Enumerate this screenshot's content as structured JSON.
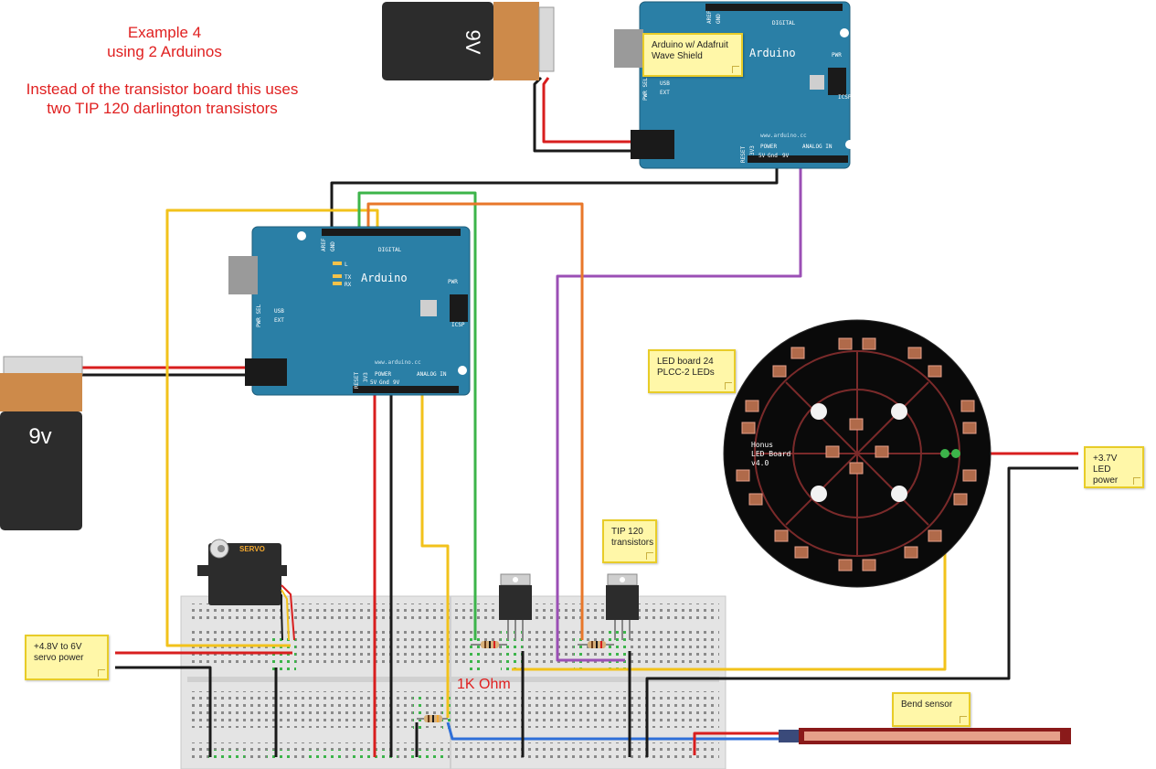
{
  "heading": {
    "line1": "Example 4",
    "line2": "using 2 Arduinos",
    "line3": "Instead of the transistor board this uses",
    "line4": "two TIP 120 darlington transistors"
  },
  "arduino_top": {
    "name": "Arduino",
    "url": "www.arduino.cc",
    "digital_label": "DIGITAL",
    "analog_label": "ANALOG IN",
    "power_label": "POWER",
    "icsp_label": "ICSP",
    "aref_label": "AREF",
    "gnd_label": "GND",
    "reset_label": "RESET",
    "v33_label": "3V3",
    "v5_label": "5V",
    "gnd2_label": "Gnd",
    "v9_label": "9V",
    "pwr_label": "PWR",
    "usb_label": "USB",
    "ext_label": "EXT",
    "pwr_sel_label": "PWR SEL"
  },
  "arduino_main": {
    "name": "Arduino",
    "url": "www.arduino.cc",
    "digital_label": "DIGITAL",
    "analog_label": "ANALOG IN",
    "power_label": "POWER",
    "icsp_label": "ICSP",
    "aref_label": "AREF",
    "gnd_label": "GND",
    "reset_label": "RESET",
    "v33_label": "3V3",
    "v5_label": "5V",
    "gnd2_label": "Gnd",
    "v9_label": "9V",
    "pwr_label": "PWR",
    "usb_label": "USB",
    "ext_label": "EXT",
    "pwr_sel_label": "PWR SEL",
    "l_label": "L",
    "tx_label": "TX",
    "rx_label": "RX"
  },
  "battery_top_label": "9V",
  "battery_left_label": "9v",
  "servo_label": "SERVO",
  "led_board_text": {
    "line1": "Honus",
    "line2": "LED Board",
    "line3": "v4.0"
  },
  "resistor_label": "1K Ohm",
  "notes": {
    "wave_shield": "Arduino w/ Adafruit Wave Shield",
    "led_board": "LED board 24 PLCC-2 LEDs",
    "led_power": "+3.7V LED power",
    "tip120": "TIP 120 transistors",
    "servo_power": "+4.8V to 6V servo power",
    "bend_sensor": "Bend sensor"
  },
  "colors": {
    "arduino_blue": "#2a7fa6",
    "wire_red": "#d81e1e",
    "wire_black": "#1a1a1a",
    "wire_yellow": "#f2c21b",
    "wire_green": "#3cb44a",
    "wire_orange": "#e8772a",
    "wire_purple": "#9b4fb5",
    "wire_blue": "#2f6fd8",
    "note_fill": "#fff7a8",
    "note_border": "#e8cc28",
    "heading_red": "#e02020"
  }
}
